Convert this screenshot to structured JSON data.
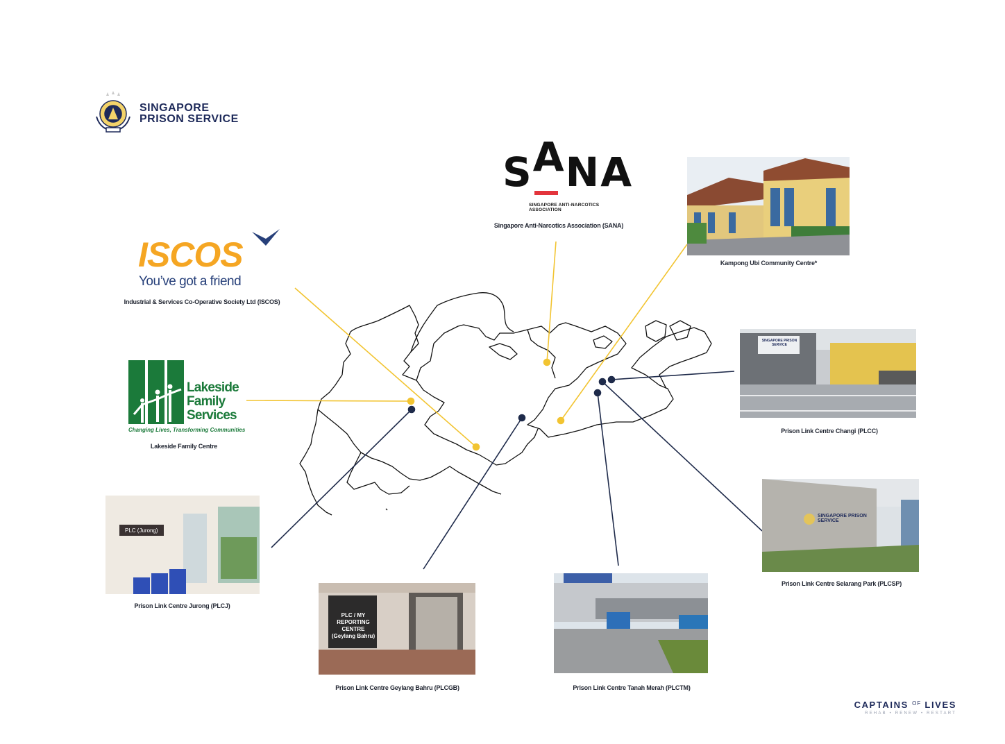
{
  "brand": {
    "sps_line1": "SINGAPORE",
    "sps_line2": "PRISON SERVICE",
    "footer_title_left": "CAPTAINS",
    "footer_title_of": "OF",
    "footer_title_right": "LIVES",
    "footer_tagline": "REHAB • RENEW • RESTART"
  },
  "logos": {
    "sana_word_s": "S",
    "sana_word_a": "A",
    "sana_word_na": "NA",
    "sana_sub": "SINGAPORE ANTI-NARCOTICS ASSOCIATION",
    "iscos_word": "ISCOS",
    "iscos_tagline": "You’ve got a friend",
    "lakeside_line1": "Lakeside",
    "lakeside_line2": "Family",
    "lakeside_line3": "Services",
    "lakeside_tagline": "Changing Lives, Transforming Communities"
  },
  "photo_text": {
    "plcj_sign": "PLC (Jurong)",
    "plcgb_sign": "PLC / MY REPORTING CENTRE (Geylang Bahru)",
    "plcc_sign": "SINGAPORE PRISON SERVICE",
    "plcsp_sign": "SINGAPORE PRISON SERVICE"
  },
  "locations": [
    {
      "id": "sana",
      "label": "Singapore Anti-Narcotics Association (SANA)",
      "type": "partner"
    },
    {
      "id": "kampong-ubi",
      "label": "Kampong Ubi Community Centre*",
      "type": "partner"
    },
    {
      "id": "iscos",
      "label": "Industrial & Services Co-Operative Society Ltd (ISCOS)",
      "type": "partner"
    },
    {
      "id": "lakeside",
      "label": "Lakeside Family Centre",
      "type": "partner"
    },
    {
      "id": "plcc",
      "label": "Prison Link Centre Changi (PLCC)",
      "type": "prison-link-centre"
    },
    {
      "id": "plcsp",
      "label": "Prison Link Centre Selarang Park (PLCSP)",
      "type": "prison-link-centre"
    },
    {
      "id": "plcj",
      "label": "Prison Link Centre Jurong (PLCJ)",
      "type": "prison-link-centre"
    },
    {
      "id": "plcgb",
      "label": "Prison Link Centre Geylang Bahru (PLCGB)",
      "type": "prison-link-centre"
    },
    {
      "id": "plctm",
      "label": "Prison Link Centre Tanah Merah (PLCTM)",
      "type": "prison-link-centre"
    }
  ],
  "colors": {
    "partner": "#f2c431",
    "prison_link_centre": "#1e2a4a",
    "sps_navy": "#1e2a5a",
    "sana_red": "#e3343c",
    "iscos_orange": "#f5a623",
    "lakeside_green": "#1b7a3a"
  }
}
